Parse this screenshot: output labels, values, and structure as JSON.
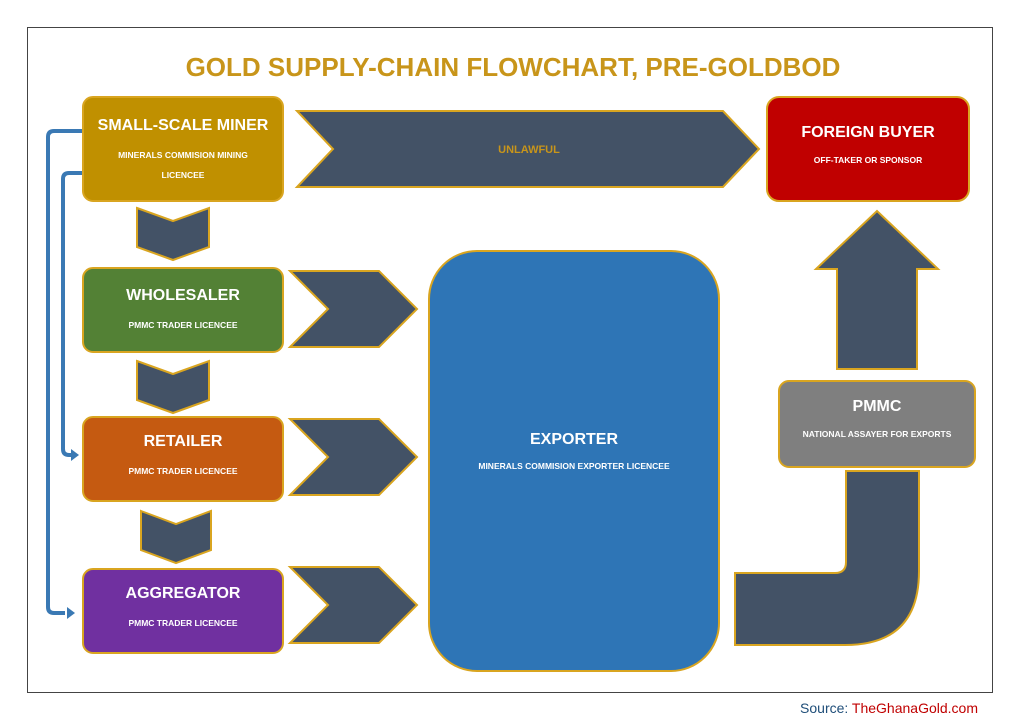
{
  "title": "GOLD SUPPLY-CHAIN FLOWCHART, PRE-GOLDBOD",
  "nodes": {
    "miner": {
      "title": "SMALL-SCALE MINER",
      "sub1": "MINERALS COMMISION MINING",
      "sub2": "LICENCEE",
      "color": "#c09000"
    },
    "wholesaler": {
      "title": "WHOLESALER",
      "sub": "PMMC TRADER LICENCEE",
      "color": "#538135"
    },
    "retailer": {
      "title": "RETAILER",
      "sub": "PMMC TRADER LICENCEE",
      "color": "#c55a11"
    },
    "aggregator": {
      "title": "AGGREGATOR",
      "sub": "PMMC TRADER LICENCEE",
      "color": "#7030a0"
    },
    "exporter": {
      "title": "EXPORTER",
      "sub": "MINERALS COMMISION EXPORTER LICENCEE",
      "color": "#2e75b6"
    },
    "foreign_buyer": {
      "title": "FOREIGN BUYER",
      "sub": "OFF-TAKER OR SPONSOR",
      "color": "#c00000"
    },
    "pmmc": {
      "title": "PMMC",
      "sub": "NATIONAL ASSAYER FOR EXPORTS",
      "color": "#7f7f7f"
    }
  },
  "arrows": {
    "unlawful_label": "UNLAWFUL"
  },
  "colors": {
    "arrow_fill": "#435266",
    "arrow_outline": "#d9a520",
    "box_outline": "#d9a520",
    "title": "#c8951a",
    "loop": "#3a79b4"
  },
  "source": {
    "prefix": "Source: ",
    "site": "TheGhanaGold.com"
  }
}
